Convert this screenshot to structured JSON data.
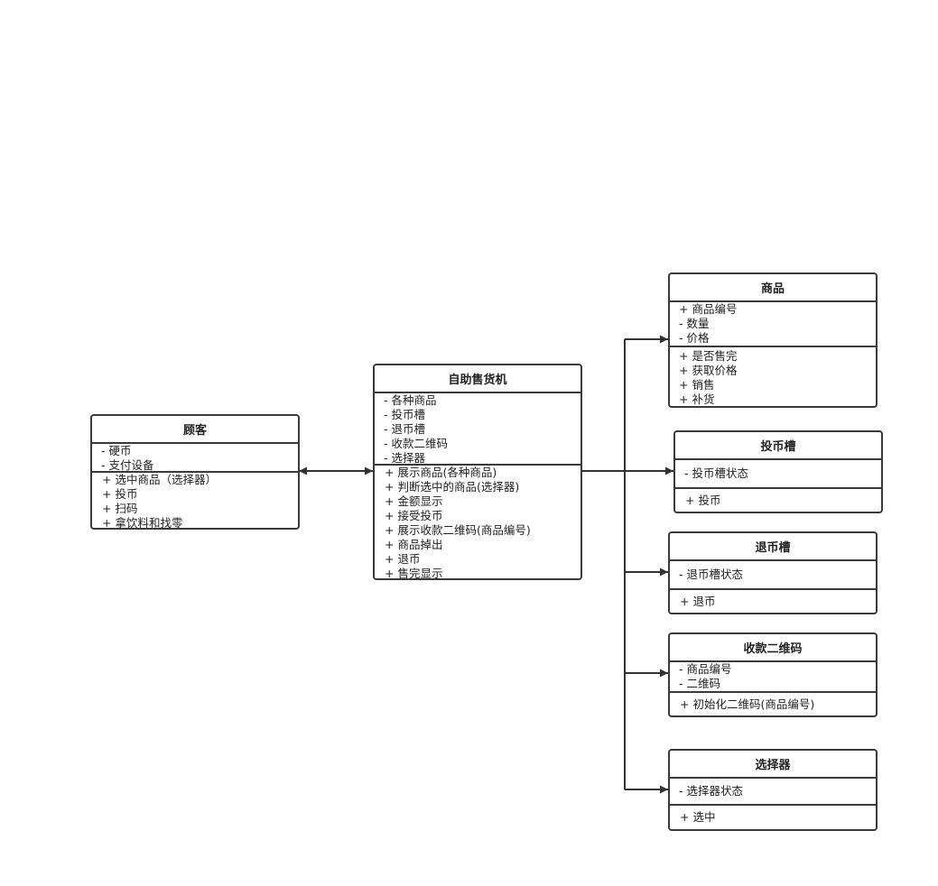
{
  "classes": {
    "customer": {
      "name": "顾客",
      "attributes": [
        "- 硬币",
        "- 支付设备"
      ],
      "methods": [
        "+ 选中商品（选择器）",
        "+ 投币",
        "+ 扫码",
        "+ 拿饮料和找零"
      ]
    },
    "vending_machine": {
      "name": "自助售货机",
      "attributes": [
        "- 各种商品",
        "- 投币槽",
        "- 退币槽",
        "- 收款二维码",
        "- 选择器"
      ],
      "methods": [
        "+ 展示商品(各种商品)",
        "+ 判断选中的商品(选择器)",
        "+ 金额显示",
        "+ 接受投币",
        "+ 展示收款二维码(商品编号)",
        "+ 商品掉出",
        "+ 退币",
        "+ 售完显示"
      ]
    },
    "product": {
      "name": "商品",
      "attributes": [
        "+ 商品编号",
        "- 数量",
        "- 价格"
      ],
      "methods": [
        "+ 是否售完",
        "+ 获取价格",
        "+ 销售",
        "+ 补货"
      ]
    },
    "coin_slot": {
      "name": "投币槽",
      "attributes": [
        "- 投币槽状态"
      ],
      "methods": [
        "+ 投币"
      ]
    },
    "return_slot": {
      "name": "退币槽",
      "attributes": [
        "- 退币槽状态"
      ],
      "methods": [
        "+ 退币"
      ]
    },
    "qr_code": {
      "name": "收款二维码",
      "attributes": [
        "- 商品编号",
        "- 二维码"
      ],
      "methods": [
        "+ 初始化二维码(商品编号)"
      ]
    },
    "selector": {
      "name": "选择器",
      "attributes": [
        "- 选择器状态"
      ],
      "methods": [
        "+ 选中"
      ]
    }
  }
}
